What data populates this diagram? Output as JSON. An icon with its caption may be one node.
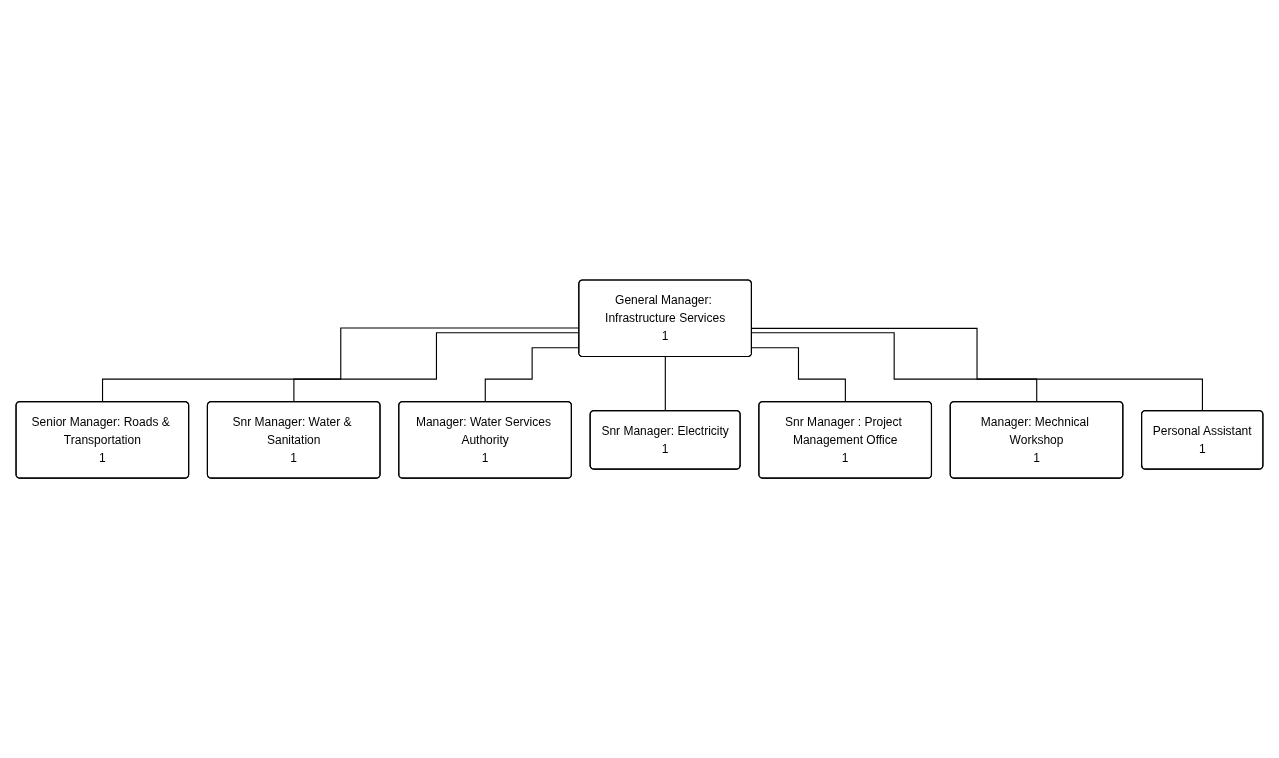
{
  "diagram": {
    "nodes": [
      {
        "text": [
          "General Manager: Infrastructure Services",
          "1"
        ]
      },
      {
        "text": [
          "Senior Manager: Roads & Transportation",
          "1"
        ]
      },
      {
        "text": [
          "Snr Manager: Water & Sanitation",
          "1"
        ]
      },
      {
        "text": [
          "Manager: Water Services Authority",
          "1"
        ]
      },
      {
        "text": [
          "Snr Manager: Electricity",
          "1"
        ]
      },
      {
        "text": [
          "Snr Manager : Project Management Office",
          "1"
        ]
      },
      {
        "text": [
          "Manager: Mechnical Workshop",
          "1"
        ]
      },
      {
        "text": [
          "Personal Assistant",
          "1"
        ]
      }
    ],
    "edges": [
      {
        "from": 0,
        "to": 1,
        "arrow": "none"
      },
      {
        "from": 0,
        "to": 2,
        "arrow": "none"
      },
      {
        "from": 0,
        "to": 3,
        "arrow": "none"
      },
      {
        "from": 0,
        "to": 4,
        "arrow": "none"
      },
      {
        "from": 0,
        "to": 5,
        "arrow": "none"
      },
      {
        "from": 0,
        "to": 6,
        "arrow": "none"
      },
      {
        "from": 0,
        "to": 7,
        "arrow": "none"
      }
    ]
  }
}
